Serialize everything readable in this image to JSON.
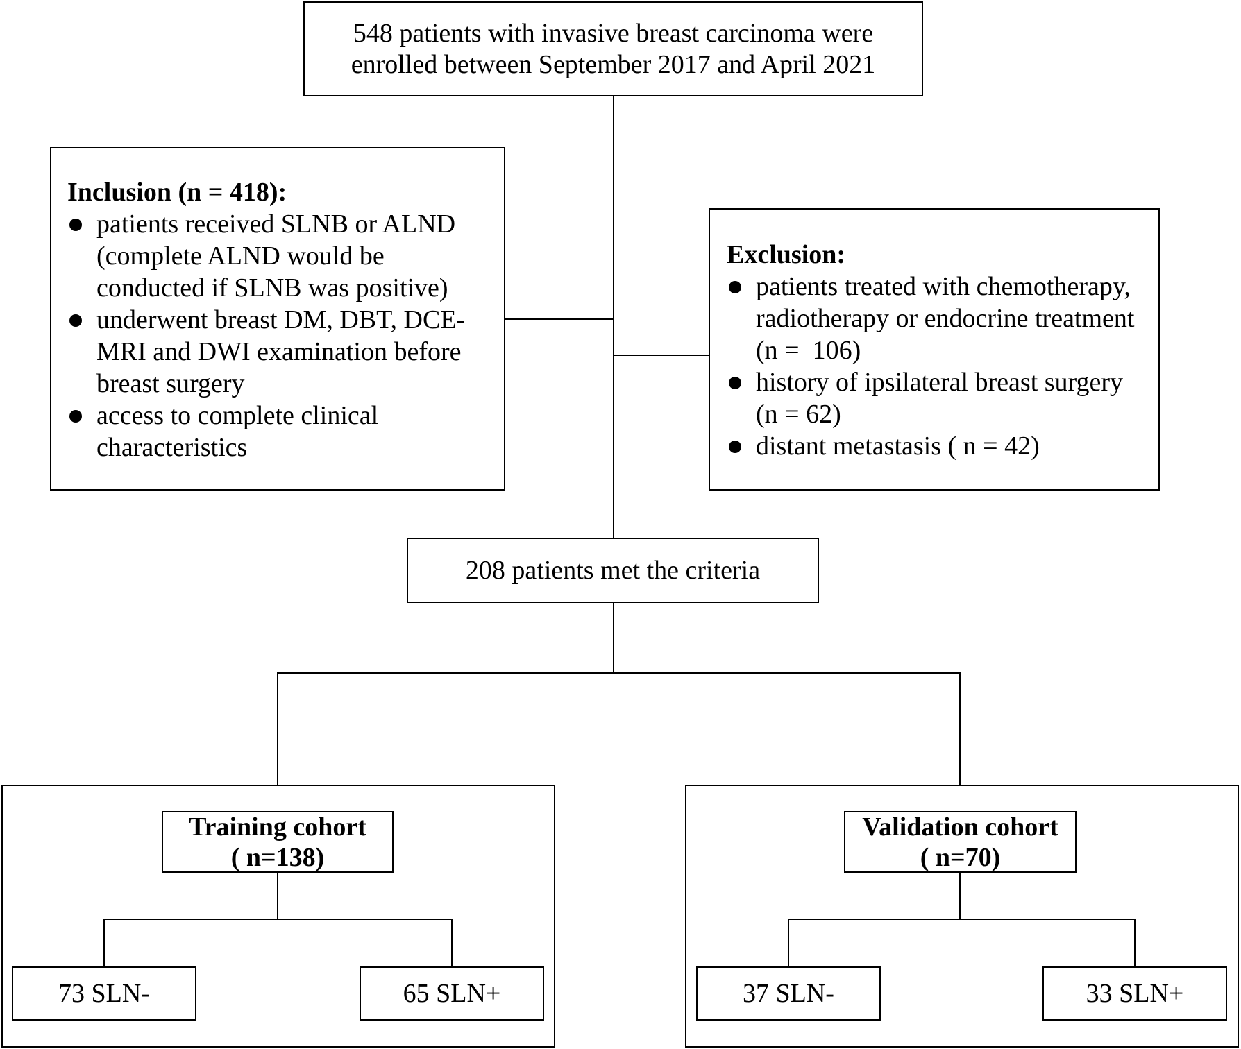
{
  "diagram": {
    "start": {
      "lines": [
        "548 patients with invasive breast carcinoma were",
        "enrolled between September 2017 and April 2021"
      ]
    },
    "inclusion": {
      "heading": "Inclusion (n = 418):",
      "bullets": [
        {
          "lines": [
            "patients received SLNB or ALND",
            "(complete ALND would be",
            "conducted if SLNB was positive)"
          ]
        },
        {
          "lines": [
            "underwent breast DM, DBT, DCE-",
            "MRI and DWI examination before",
            "breast surgery"
          ]
        },
        {
          "lines": [
            "access to complete clinical",
            "characteristics"
          ]
        }
      ]
    },
    "exclusion": {
      "heading": "Exclusion:",
      "bullets": [
        {
          "lines": [
            "patients treated with chemotherapy,",
            "radiotherapy or endocrine treatment",
            "(n =  106)"
          ]
        },
        {
          "lines": [
            "history of ipsilateral breast surgery",
            "(n = 62)"
          ]
        },
        {
          "lines": [
            "distant metastasis ( n = 42)"
          ]
        }
      ]
    },
    "met_criteria": "208 patients met the criteria",
    "training": {
      "title": "Training cohort",
      "count": "( n=138)",
      "negative": "73 SLN-",
      "positive": "65 SLN+"
    },
    "validation": {
      "title": "Validation cohort",
      "count": "( n=70)",
      "negative": "37 SLN-",
      "positive": "33 SLN+"
    }
  }
}
